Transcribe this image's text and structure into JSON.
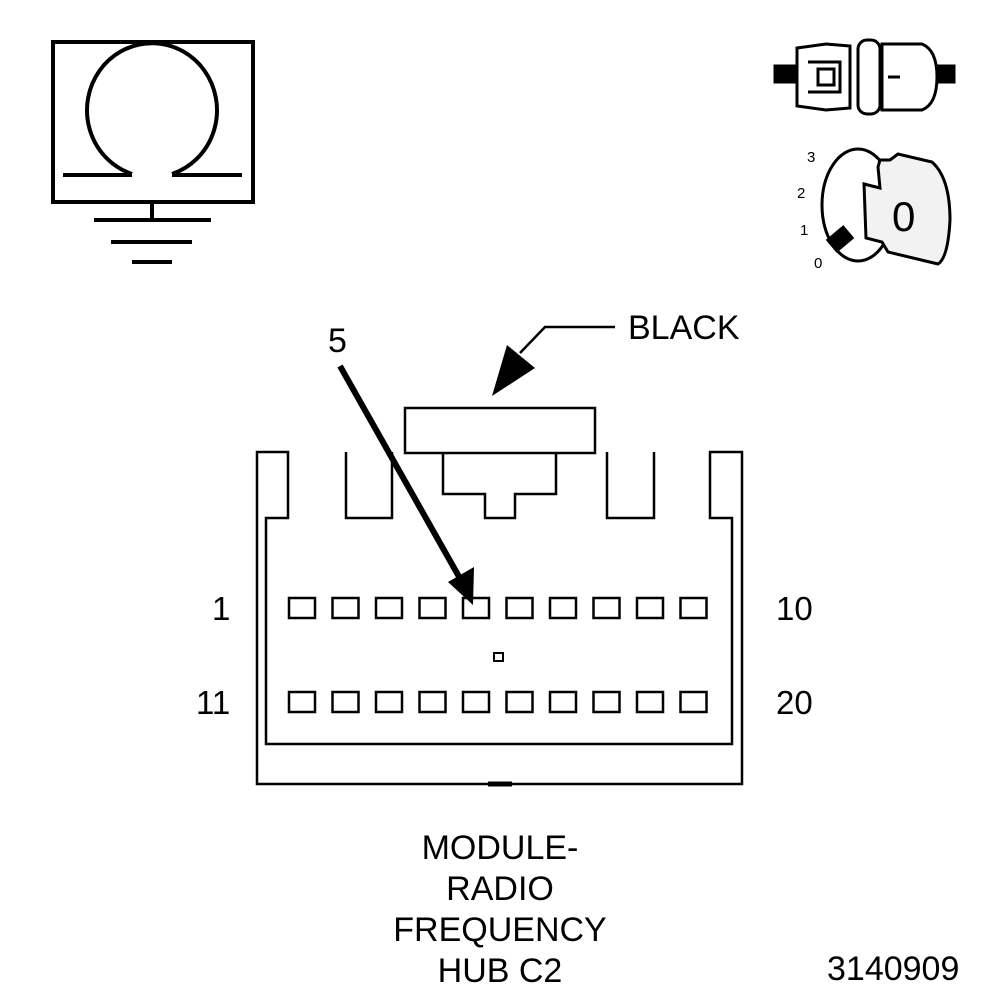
{
  "diagram": {
    "ohmmeter_symbol": {
      "icon": "ohm-meter-ground-icon",
      "glyph": "Ω"
    },
    "connector_icon": "connector-disconnect-icon",
    "ignition": {
      "icon": "ignition-key-icon",
      "positions": [
        "3",
        "2",
        "1",
        "0"
      ],
      "key_position": "0"
    },
    "color_callout": "BLACK",
    "pointer_label": "5",
    "pin_labels": {
      "top_left": "1",
      "top_right": "10",
      "bottom_left": "11",
      "bottom_right": "20"
    },
    "title_lines": [
      "MODULE-",
      "RADIO",
      "FREQUENCY",
      "HUB C2"
    ],
    "figure_number": "3140909"
  },
  "colors": {
    "ink": "#000000",
    "paper": "#ffffff",
    "key_fill": "#f2f2f2"
  }
}
